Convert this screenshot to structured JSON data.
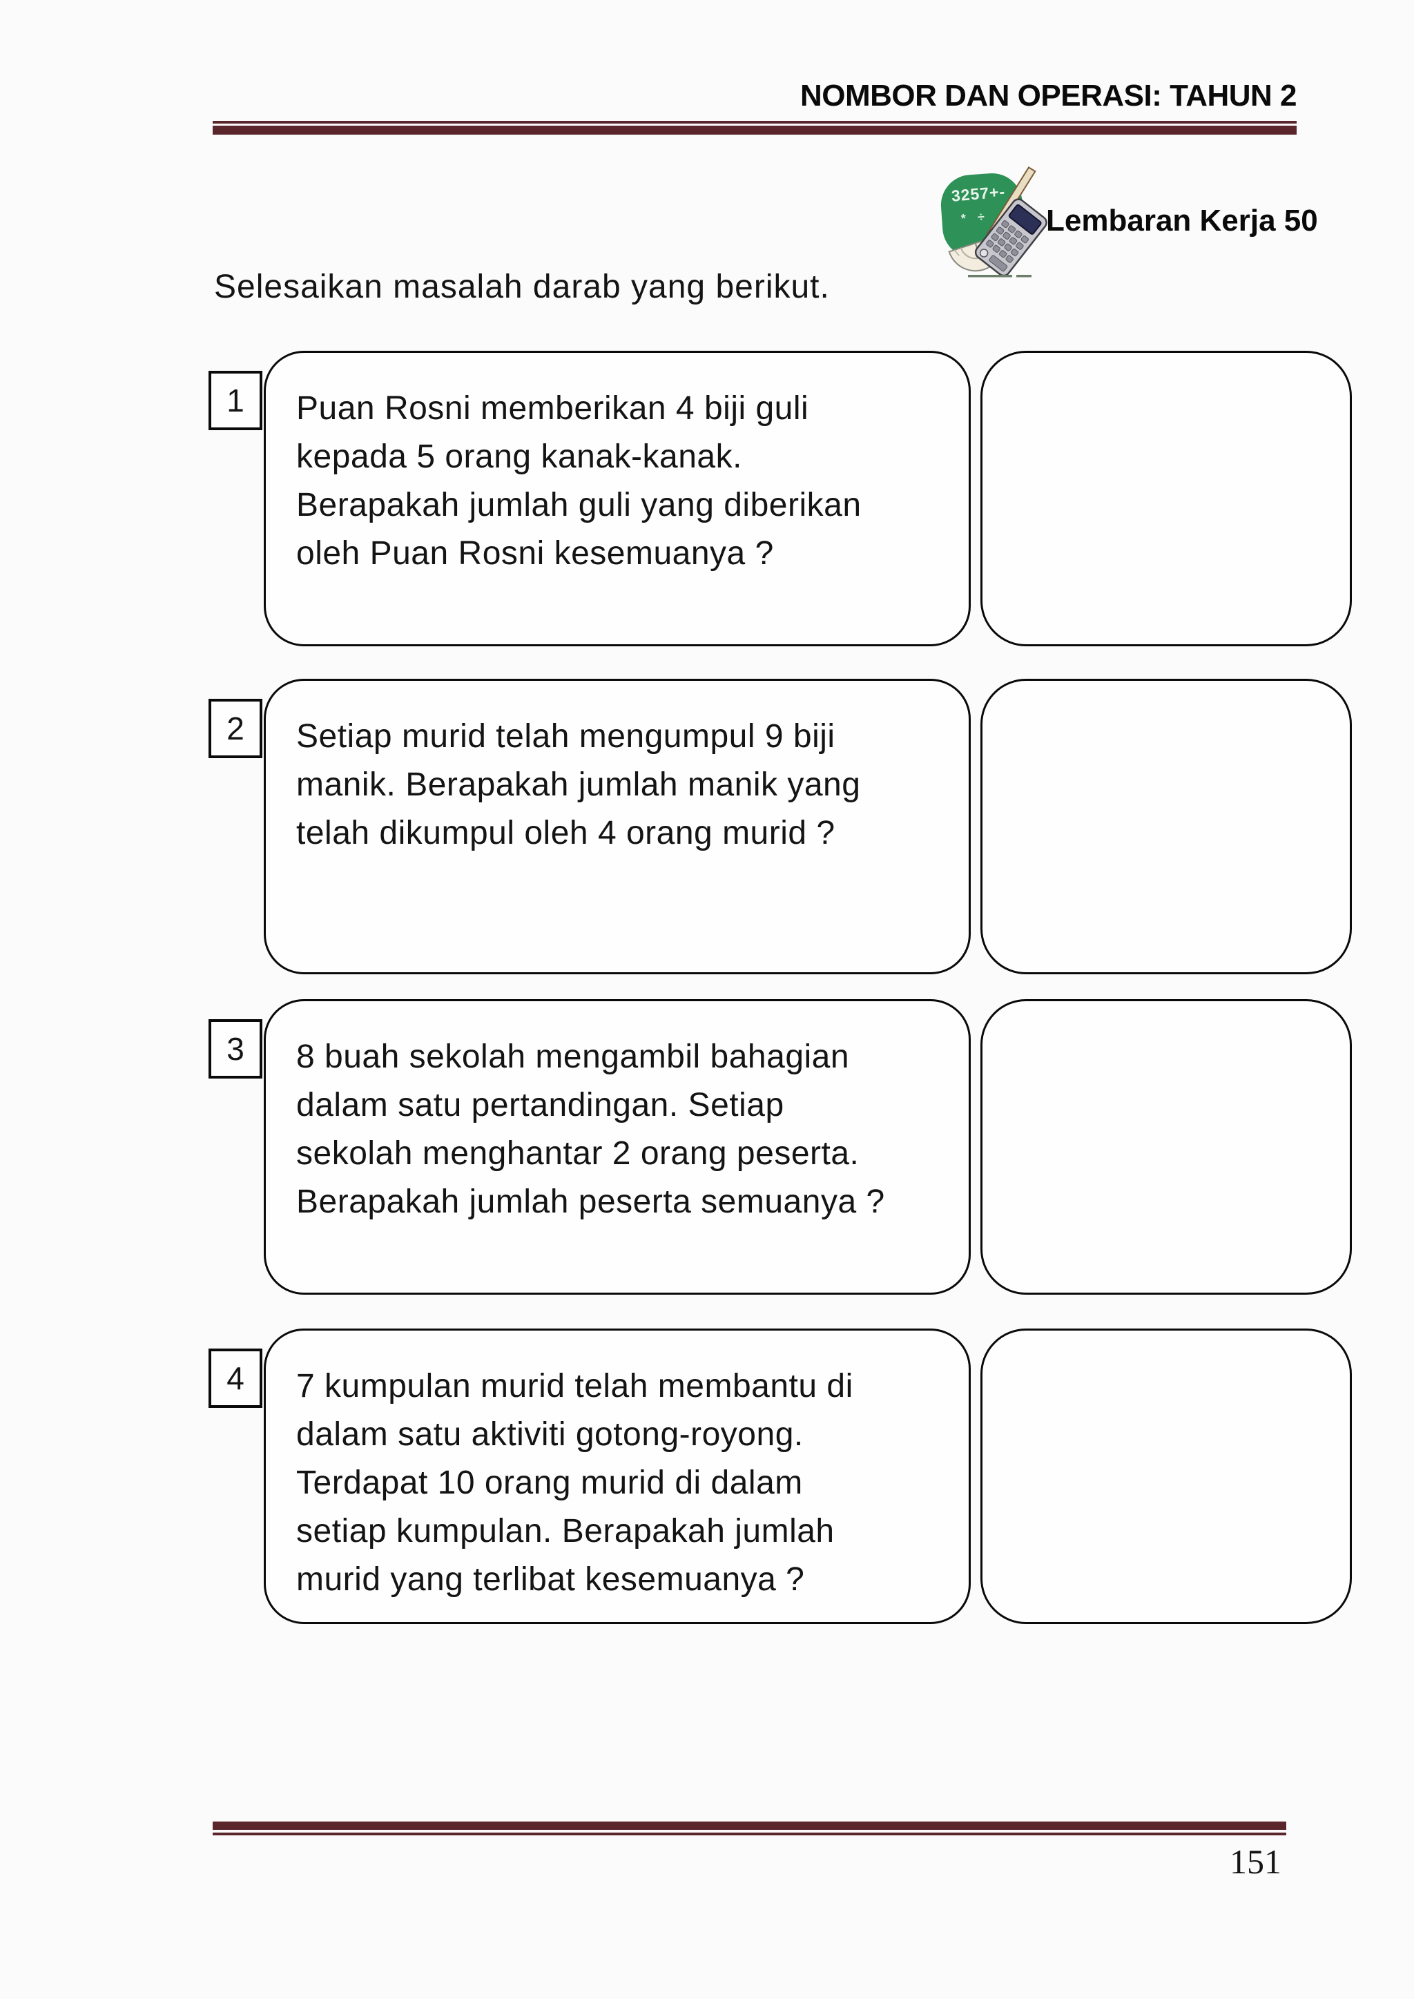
{
  "page": {
    "header_title": "NOMBOR DAN OPERASI: TAHUN 2",
    "worksheet_label": "Lembaran Kerja 50",
    "instruction": "Selesaikan masalah darab yang berikut.",
    "page_number": "151",
    "accent_color": "#5a262b"
  },
  "icon": {
    "digits": "3257+-",
    "symbols": "* ÷",
    "green": "#2e9157"
  },
  "problems": [
    {
      "number": "1",
      "lines": [
        "Puan Rosni memberikan 4 biji guli",
        "kepada 5 orang kanak-kanak.",
        "Berapakah jumlah guli yang diberikan",
        "oleh Puan Rosni kesemuanya ?"
      ]
    },
    {
      "number": "2",
      "lines": [
        "Setiap murid telah mengumpul 9 biji",
        "manik. Berapakah jumlah manik yang",
        "telah dikumpul oleh 4 orang murid ?"
      ]
    },
    {
      "number": "3",
      "lines": [
        "8 buah sekolah mengambil bahagian",
        "dalam satu pertandingan. Setiap",
        "sekolah menghantar 2 orang peserta.",
        "Berapakah jumlah peserta semuanya ?"
      ]
    },
    {
      "number": "4",
      "lines": [
        "7 kumpulan murid telah membantu di",
        "dalam satu aktiviti gotong-royong.",
        "Terdapat 10 orang murid di dalam",
        "setiap kumpulan. Berapakah jumlah",
        "murid yang terlibat kesemuanya ?"
      ]
    }
  ]
}
